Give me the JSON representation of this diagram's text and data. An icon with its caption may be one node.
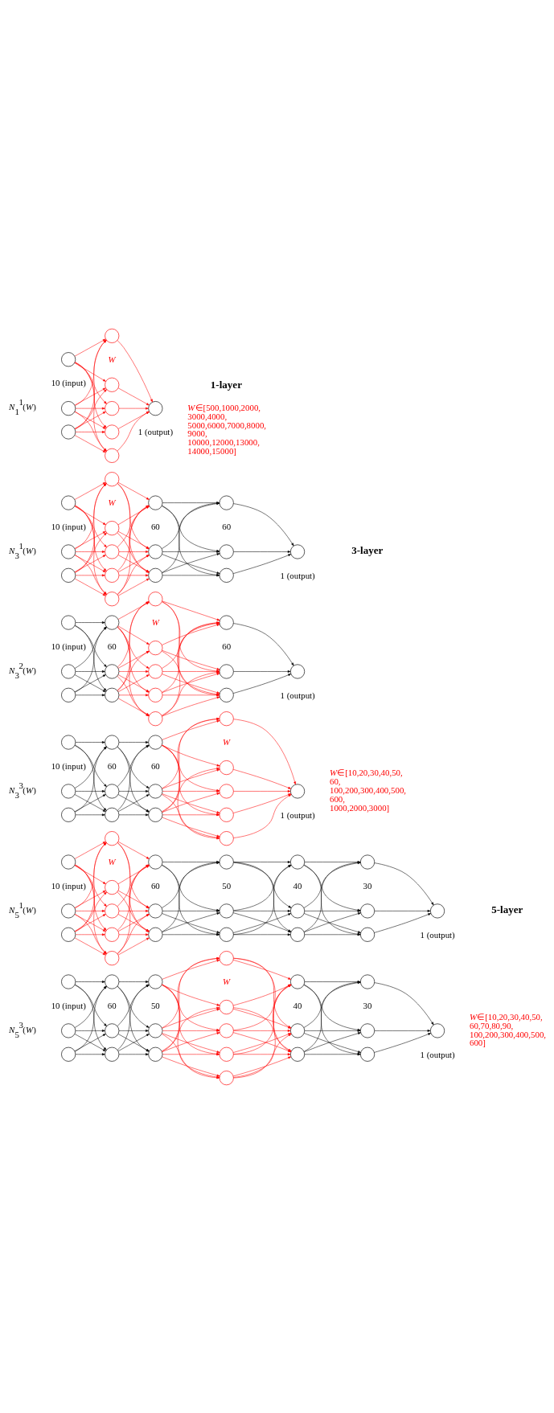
{
  "diagram": {
    "nodes": [
      {
        "text": [],
        "shape": "circle"
      },
      {
        "text": [],
        "shape": "circle"
      },
      {
        "text": [],
        "shape": "circle"
      },
      {
        "text": [],
        "shape": "circle"
      },
      {
        "text": [],
        "shape": "circle"
      },
      {
        "text": [],
        "shape": "circle"
      },
      {
        "text": [],
        "shape": "circle"
      },
      {
        "text": [],
        "shape": "circle"
      },
      {
        "text": [],
        "shape": "circle"
      },
      {
        "text": [],
        "shape": "circle"
      },
      {
        "text": [],
        "shape": "circle"
      },
      {
        "text": [],
        "shape": "circle"
      },
      {
        "text": [],
        "shape": "circle"
      },
      {
        "text": [],
        "shape": "circle"
      },
      {
        "text": [],
        "shape": "circle"
      },
      {
        "text": [],
        "shape": "circle"
      },
      {
        "text": [],
        "shape": "circle"
      },
      {
        "text": [],
        "shape": "circle"
      },
      {
        "text": [],
        "shape": "circle"
      },
      {
        "text": [],
        "shape": "circle"
      },
      {
        "text": [],
        "shape": "circle"
      },
      {
        "text": [],
        "shape": "circle"
      },
      {
        "text": [],
        "shape": "circle"
      },
      {
        "text": [],
        "shape": "circle"
      },
      {
        "text": [],
        "shape": "circle"
      },
      {
        "text": [],
        "shape": "circle"
      },
      {
        "text": [],
        "shape": "circle"
      },
      {
        "text": [],
        "shape": "circle"
      },
      {
        "text": [],
        "shape": "circle"
      },
      {
        "text": [],
        "shape": "circle"
      },
      {
        "text": [],
        "shape": "circle"
      },
      {
        "text": [],
        "shape": "circle"
      },
      {
        "text": [],
        "shape": "circle"
      },
      {
        "text": [],
        "shape": "circle"
      },
      {
        "text": [],
        "shape": "circle"
      },
      {
        "text": [],
        "shape": "circle"
      },
      {
        "text": [],
        "shape": "circle"
      },
      {
        "text": [],
        "shape": "circle"
      },
      {
        "text": [],
        "shape": "circle"
      },
      {
        "text": [],
        "shape": "circle"
      },
      {
        "text": [],
        "shape": "circle"
      },
      {
        "text": [],
        "shape": "circle"
      },
      {
        "text": [],
        "shape": "circle"
      },
      {
        "text": [],
        "shape": "circle"
      },
      {
        "text": [],
        "shape": "circle"
      },
      {
        "text": [],
        "shape": "circle"
      },
      {
        "text": [],
        "shape": "circle"
      },
      {
        "text": [],
        "shape": "circle"
      },
      {
        "text": [],
        "shape": "circle"
      },
      {
        "text": [],
        "shape": "circle"
      },
      {
        "text": [],
        "shape": "circle"
      },
      {
        "text": [],
        "shape": "circle"
      },
      {
        "text": [],
        "shape": "circle"
      },
      {
        "text": [],
        "shape": "circle"
      },
      {
        "text": [],
        "shape": "circle"
      },
      {
        "text": [],
        "shape": "circle"
      },
      {
        "text": [],
        "shape": "circle"
      },
      {
        "text": [],
        "shape": "circle"
      },
      {
        "text": [],
        "shape": "circle"
      },
      {
        "text": [],
        "shape": "circle"
      },
      {
        "text": [],
        "shape": "circle"
      },
      {
        "text": [],
        "shape": "circle"
      },
      {
        "text": [],
        "shape": "circle"
      },
      {
        "text": [],
        "shape": "circle"
      },
      {
        "text": [],
        "shape": "circle"
      },
      {
        "text": [],
        "shape": "circle"
      },
      {
        "text": [],
        "shape": "circle"
      },
      {
        "text": [],
        "shape": "circle"
      },
      {
        "text": [],
        "shape": "circle"
      },
      {
        "text": [],
        "shape": "circle"
      },
      {
        "text": [],
        "shape": "circle"
      },
      {
        "text": [],
        "shape": "circle"
      },
      {
        "text": [],
        "shape": "circle"
      },
      {
        "text": [],
        "shape": "circle"
      },
      {
        "text": [],
        "shape": "circle"
      },
      {
        "text": [],
        "shape": "circle"
      },
      {
        "text": [],
        "shape": "circle"
      },
      {
        "text": [],
        "shape": "circle"
      },
      {
        "text": [],
        "shape": "circle"
      },
      {
        "text": [],
        "shape": "circle"
      },
      {
        "text": [],
        "shape": "circle"
      },
      {
        "text": [],
        "shape": "circle"
      },
      {
        "text": [],
        "shape": "circle"
      },
      {
        "text": [],
        "shape": "circle"
      },
      {
        "text": [],
        "shape": "circle"
      },
      {
        "text": [],
        "shape": "circle"
      },
      {
        "text": [],
        "shape": "circle"
      },
      {
        "text": [],
        "shape": "circle"
      },
      {
        "text": [],
        "shape": "circle"
      },
      {
        "text": [],
        "shape": "circle"
      },
      {
        "text": [],
        "shape": "circle"
      },
      {
        "text": [],
        "shape": "circle"
      },
      {
        "text": [],
        "shape": "circle"
      },
      {
        "text": [],
        "shape": "circle"
      },
      {
        "text": [],
        "shape": "circle"
      },
      {
        "text": [],
        "shape": "circle"
      }
    ],
    "edges": [
      {
        "from": 0,
        "to": 3,
        "arrow": "to"
      },
      {
        "from": 0,
        "to": 4,
        "arrow": "to"
      },
      {
        "from": 0,
        "to": 5,
        "arrow": "to"
      },
      {
        "from": 0,
        "to": 6,
        "arrow": "to"
      },
      {
        "from": 0,
        "to": 7,
        "arrow": "to"
      },
      {
        "from": 1,
        "to": 3,
        "arrow": "to"
      },
      {
        "from": 1,
        "to": 4,
        "arrow": "to"
      },
      {
        "from": 1,
        "to": 5,
        "arrow": "to"
      },
      {
        "from": 1,
        "to": 6,
        "arrow": "to"
      },
      {
        "from": 1,
        "to": 7,
        "arrow": "to"
      },
      {
        "from": 2,
        "to": 3,
        "arrow": "to"
      },
      {
        "from": 2,
        "to": 4,
        "arrow": "to"
      },
      {
        "from": 2,
        "to": 5,
        "arrow": "to"
      },
      {
        "from": 2,
        "to": 6,
        "arrow": "to"
      },
      {
        "from": 2,
        "to": 7,
        "arrow": "to"
      },
      {
        "from": 3,
        "to": 8,
        "arrow": "to"
      },
      {
        "from": 4,
        "to": 8,
        "arrow": "to"
      },
      {
        "from": 5,
        "to": 8,
        "arrow": "to"
      },
      {
        "from": 6,
        "to": 8,
        "arrow": "to"
      },
      {
        "from": 7,
        "to": 8,
        "arrow": "to"
      },
      {
        "from": 9,
        "to": 12,
        "arrow": "to"
      },
      {
        "from": 9,
        "to": 13,
        "arrow": "to"
      },
      {
        "from": 9,
        "to": 14,
        "arrow": "to"
      },
      {
        "from": 9,
        "to": 15,
        "arrow": "to"
      },
      {
        "from": 9,
        "to": 16,
        "arrow": "to"
      },
      {
        "from": 10,
        "to": 12,
        "arrow": "to"
      },
      {
        "from": 10,
        "to": 13,
        "arrow": "to"
      },
      {
        "from": 10,
        "to": 14,
        "arrow": "to"
      },
      {
        "from": 10,
        "to": 15,
        "arrow": "to"
      },
      {
        "from": 10,
        "to": 16,
        "arrow": "to"
      },
      {
        "from": 11,
        "to": 12,
        "arrow": "to"
      },
      {
        "from": 11,
        "to": 13,
        "arrow": "to"
      },
      {
        "from": 11,
        "to": 14,
        "arrow": "to"
      },
      {
        "from": 11,
        "to": 15,
        "arrow": "to"
      },
      {
        "from": 11,
        "to": 16,
        "arrow": "to"
      },
      {
        "from": 12,
        "to": 17,
        "arrow": "to"
      },
      {
        "from": 12,
        "to": 18,
        "arrow": "to"
      },
      {
        "from": 12,
        "to": 19,
        "arrow": "to"
      },
      {
        "from": 13,
        "to": 17,
        "arrow": "to"
      },
      {
        "from": 13,
        "to": 18,
        "arrow": "to"
      },
      {
        "from": 13,
        "to": 19,
        "arrow": "to"
      },
      {
        "from": 14,
        "to": 17,
        "arrow": "to"
      },
      {
        "from": 14,
        "to": 18,
        "arrow": "to"
      },
      {
        "from": 14,
        "to": 19,
        "arrow": "to"
      },
      {
        "from": 15,
        "to": 17,
        "arrow": "to"
      },
      {
        "from": 15,
        "to": 18,
        "arrow": "to"
      },
      {
        "from": 15,
        "to": 19,
        "arrow": "to"
      },
      {
        "from": 16,
        "to": 17,
        "arrow": "to"
      },
      {
        "from": 16,
        "to": 18,
        "arrow": "to"
      },
      {
        "from": 16,
        "to": 19,
        "arrow": "to"
      },
      {
        "from": 17,
        "to": 20,
        "arrow": "to",
        "color": "#000000"
      },
      {
        "from": 17,
        "to": 21,
        "arrow": "to",
        "color": "#000000"
      },
      {
        "from": 17,
        "to": 22,
        "arrow": "to",
        "color": "#000000"
      },
      {
        "from": 18,
        "to": 20,
        "arrow": "to",
        "color": "#000000"
      },
      {
        "from": 18,
        "to": 21,
        "arrow": "to",
        "color": "#000000"
      },
      {
        "from": 18,
        "to": 22,
        "arrow": "to",
        "color": "#000000"
      },
      {
        "from": 19,
        "to": 20,
        "arrow": "to",
        "color": "#000000"
      },
      {
        "from": 19,
        "to": 21,
        "arrow": "to",
        "color": "#000000"
      },
      {
        "from": 19,
        "to": 22,
        "arrow": "to",
        "color": "#000000"
      },
      {
        "from": 20,
        "to": 23,
        "arrow": "to",
        "color": "#000000"
      },
      {
        "from": 21,
        "to": 23,
        "arrow": "to",
        "color": "#000000"
      },
      {
        "from": 22,
        "to": 23,
        "arrow": "to",
        "color": "#000000"
      },
      {
        "from": 24,
        "to": 27,
        "arrow": "to",
        "color": "#000000"
      },
      {
        "from": 24,
        "to": 28,
        "arrow": "to",
        "color": "#000000"
      },
      {
        "from": 24,
        "to": 29,
        "arrow": "to",
        "color": "#000000"
      },
      {
        "from": 25,
        "to": 27,
        "arrow": "to",
        "color": "#000000"
      },
      {
        "from": 25,
        "to": 28,
        "arrow": "to",
        "color": "#000000"
      },
      {
        "from": 25,
        "to": 29,
        "arrow": "to",
        "color": "#000000"
      },
      {
        "from": 26,
        "to": 27,
        "arrow": "to",
        "color": "#000000"
      },
      {
        "from": 26,
        "to": 28,
        "arrow": "to",
        "color": "#000000"
      },
      {
        "from": 26,
        "to": 29,
        "arrow": "to",
        "color": "#000000"
      },
      {
        "from": 27,
        "to": 30,
        "arrow": "to"
      },
      {
        "from": 27,
        "to": 31,
        "arrow": "to"
      },
      {
        "from": 27,
        "to": 32,
        "arrow": "to"
      },
      {
        "from": 27,
        "to": 33,
        "arrow": "to"
      },
      {
        "from": 27,
        "to": 34,
        "arrow": "to"
      },
      {
        "from": 28,
        "to": 30,
        "arrow": "to"
      },
      {
        "from": 28,
        "to": 31,
        "arrow": "to"
      },
      {
        "from": 28,
        "to": 32,
        "arrow": "to"
      },
      {
        "from": 28,
        "to": 33,
        "arrow": "to"
      },
      {
        "from": 28,
        "to": 34,
        "arrow": "to"
      },
      {
        "from": 29,
        "to": 30,
        "arrow": "to"
      },
      {
        "from": 29,
        "to": 31,
        "arrow": "to"
      },
      {
        "from": 29,
        "to": 32,
        "arrow": "to"
      },
      {
        "from": 29,
        "to": 33,
        "arrow": "to"
      },
      {
        "from": 29,
        "to": 34,
        "arrow": "to"
      },
      {
        "from": 30,
        "to": 35,
        "arrow": "to"
      },
      {
        "from": 30,
        "to": 36,
        "arrow": "to"
      },
      {
        "from": 30,
        "to": 37,
        "arrow": "to"
      },
      {
        "from": 31,
        "to": 35,
        "arrow": "to"
      },
      {
        "from": 31,
        "to": 36,
        "arrow": "to"
      },
      {
        "from": 31,
        "to": 37,
        "arrow": "to"
      },
      {
        "from": 32,
        "to": 35,
        "arrow": "to"
      },
      {
        "from": 32,
        "to": 36,
        "arrow": "to"
      },
      {
        "from": 32,
        "to": 37,
        "arrow": "to"
      },
      {
        "from": 33,
        "to": 35,
        "arrow": "to"
      },
      {
        "from": 33,
        "to": 36,
        "arrow": "to"
      },
      {
        "from": 33,
        "to": 37,
        "arrow": "to"
      },
      {
        "from": 34,
        "to": 35,
        "arrow": "to"
      },
      {
        "from": 34,
        "to": 36,
        "arrow": "to"
      },
      {
        "from": 34,
        "to": 37,
        "arrow": "to"
      },
      {
        "from": 35,
        "to": 38,
        "arrow": "to",
        "color": "#000000"
      },
      {
        "from": 36,
        "to": 38,
        "arrow": "to",
        "color": "#000000"
      },
      {
        "from": 37,
        "to": 38,
        "arrow": "to",
        "color": "#000000"
      },
      {
        "from": 39,
        "to": 42,
        "arrow": "to",
        "color": "#000000"
      },
      {
        "from": 39,
        "to": 43,
        "arrow": "to",
        "color": "#000000"
      },
      {
        "from": 39,
        "to": 44,
        "arrow": "to",
        "color": "#000000"
      },
      {
        "from": 40,
        "to": 42,
        "arrow": "to",
        "color": "#000000"
      },
      {
        "from": 40,
        "to": 43,
        "arrow": "to",
        "color": "#000000"
      },
      {
        "from": 40,
        "to": 44,
        "arrow": "to",
        "color": "#000000"
      },
      {
        "from": 41,
        "to": 42,
        "arrow": "to",
        "color": "#000000"
      },
      {
        "from": 41,
        "to": 43,
        "arrow": "to",
        "color": "#000000"
      },
      {
        "from": 41,
        "to": 44,
        "arrow": "to",
        "color": "#000000"
      },
      {
        "from": 42,
        "to": 45,
        "arrow": "to",
        "color": "#000000"
      },
      {
        "from": 42,
        "to": 46,
        "arrow": "to",
        "color": "#000000"
      },
      {
        "from": 42,
        "to": 47,
        "arrow": "to",
        "color": "#000000"
      },
      {
        "from": 43,
        "to": 45,
        "arrow": "to",
        "color": "#000000"
      },
      {
        "from": 43,
        "to": 46,
        "arrow": "to",
        "color": "#000000"
      },
      {
        "from": 43,
        "to": 47,
        "arrow": "to",
        "color": "#000000"
      },
      {
        "from": 44,
        "to": 45,
        "arrow": "to",
        "color": "#000000"
      },
      {
        "from": 44,
        "to": 46,
        "arrow": "to",
        "color": "#000000"
      },
      {
        "from": 44,
        "to": 47,
        "arrow": "to",
        "color": "#000000"
      },
      {
        "from": 45,
        "to": 48,
        "arrow": "to"
      },
      {
        "from": 45,
        "to": 49,
        "arrow": "to"
      },
      {
        "from": 45,
        "to": 50,
        "arrow": "to"
      },
      {
        "from": 45,
        "to": 51,
        "arrow": "to"
      },
      {
        "from": 45,
        "to": 52,
        "arrow": "to"
      },
      {
        "from": 46,
        "to": 48,
        "arrow": "to"
      },
      {
        "from": 46,
        "to": 49,
        "arrow": "to"
      },
      {
        "from": 46,
        "to": 50,
        "arrow": "to"
      },
      {
        "from": 46,
        "to": 51,
        "arrow": "to"
      },
      {
        "from": 46,
        "to": 52,
        "arrow": "to"
      },
      {
        "from": 47,
        "to": 48,
        "arrow": "to"
      },
      {
        "from": 47,
        "to": 49,
        "arrow": "to"
      },
      {
        "from": 47,
        "to": 50,
        "arrow": "to"
      },
      {
        "from": 47,
        "to": 51,
        "arrow": "to"
      },
      {
        "from": 47,
        "to": 52,
        "arrow": "to"
      },
      {
        "from": 48,
        "to": 53,
        "arrow": "to"
      },
      {
        "from": 49,
        "to": 53,
        "arrow": "to"
      },
      {
        "from": 50,
        "to": 53,
        "arrow": "to"
      },
      {
        "from": 51,
        "to": 53,
        "arrow": "to"
      },
      {
        "from": 52,
        "to": 53,
        "arrow": "to"
      },
      {
        "from": 54,
        "to": 57,
        "arrow": "to"
      },
      {
        "from": 54,
        "to": 58,
        "arrow": "to"
      },
      {
        "from": 54,
        "to": 59,
        "arrow": "to"
      },
      {
        "from": 54,
        "to": 60,
        "arrow": "to"
      },
      {
        "from": 54,
        "to": 61,
        "arrow": "to"
      },
      {
        "from": 55,
        "to": 57,
        "arrow": "to"
      },
      {
        "from": 55,
        "to": 58,
        "arrow": "to"
      },
      {
        "from": 55,
        "to": 59,
        "arrow": "to"
      },
      {
        "from": 55,
        "to": 60,
        "arrow": "to"
      },
      {
        "from": 55,
        "to": 61,
        "arrow": "to"
      },
      {
        "from": 56,
        "to": 57,
        "arrow": "to"
      },
      {
        "from": 56,
        "to": 58,
        "arrow": "to"
      },
      {
        "from": 56,
        "to": 59,
        "arrow": "to"
      },
      {
        "from": 56,
        "to": 60,
        "arrow": "to"
      },
      {
        "from": 56,
        "to": 61,
        "arrow": "to"
      },
      {
        "from": 57,
        "to": 62,
        "arrow": "to"
      },
      {
        "from": 57,
        "to": 63,
        "arrow": "to"
      },
      {
        "from": 57,
        "to": 64,
        "arrow": "to"
      },
      {
        "from": 58,
        "to": 62,
        "arrow": "to"
      },
      {
        "from": 58,
        "to": 63,
        "arrow": "to"
      },
      {
        "from": 58,
        "to": 64,
        "arrow": "to"
      },
      {
        "from": 59,
        "to": 62,
        "arrow": "to"
      },
      {
        "from": 59,
        "to": 63,
        "arrow": "to"
      },
      {
        "from": 59,
        "to": 64,
        "arrow": "to"
      },
      {
        "from": 60,
        "to": 62,
        "arrow": "to"
      },
      {
        "from": 60,
        "to": 63,
        "arrow": "to"
      },
      {
        "from": 60,
        "to": 64,
        "arrow": "to"
      },
      {
        "from": 61,
        "to": 62,
        "arrow": "to"
      },
      {
        "from": 61,
        "to": 63,
        "arrow": "to"
      },
      {
        "from": 61,
        "to": 64,
        "arrow": "to"
      },
      {
        "from": 62,
        "to": 65,
        "arrow": "to",
        "color": "#000000"
      },
      {
        "from": 62,
        "to": 66,
        "arrow": "to",
        "color": "#000000"
      },
      {
        "from": 62,
        "to": 67,
        "arrow": "to",
        "color": "#000000"
      },
      {
        "from": 63,
        "to": 65,
        "arrow": "to",
        "color": "#000000"
      },
      {
        "from": 63,
        "to": 66,
        "arrow": "to",
        "color": "#000000"
      },
      {
        "from": 63,
        "to": 67,
        "arrow": "to",
        "color": "#000000"
      },
      {
        "from": 64,
        "to": 65,
        "arrow": "to",
        "color": "#000000"
      },
      {
        "from": 64,
        "to": 66,
        "arrow": "to",
        "color": "#000000"
      },
      {
        "from": 64,
        "to": 67,
        "arrow": "to",
        "color": "#000000"
      },
      {
        "from": 65,
        "to": 68,
        "arrow": "to",
        "color": "#000000"
      },
      {
        "from": 65,
        "to": 69,
        "arrow": "to",
        "color": "#000000"
      },
      {
        "from": 65,
        "to": 70,
        "arrow": "to",
        "color": "#000000"
      },
      {
        "from": 66,
        "to": 68,
        "arrow": "to",
        "color": "#000000"
      },
      {
        "from": 66,
        "to": 69,
        "arrow": "to",
        "color": "#000000"
      },
      {
        "from": 66,
        "to": 70,
        "arrow": "to",
        "color": "#000000"
      },
      {
        "from": 67,
        "to": 68,
        "arrow": "to",
        "color": "#000000"
      },
      {
        "from": 67,
        "to": 69,
        "arrow": "to",
        "color": "#000000"
      },
      {
        "from": 67,
        "to": 70,
        "arrow": "to",
        "color": "#000000"
      },
      {
        "from": 68,
        "to": 71,
        "arrow": "to",
        "color": "#000000"
      },
      {
        "from": 68,
        "to": 72,
        "arrow": "to",
        "color": "#000000"
      },
      {
        "from": 68,
        "to": 73,
        "arrow": "to",
        "color": "#000000"
      },
      {
        "from": 69,
        "to": 71,
        "arrow": "to",
        "color": "#000000"
      },
      {
        "from": 69,
        "to": 72,
        "arrow": "to",
        "color": "#000000"
      },
      {
        "from": 69,
        "to": 73,
        "arrow": "to",
        "color": "#000000"
      },
      {
        "from": 70,
        "to": 71,
        "arrow": "to",
        "color": "#000000"
      },
      {
        "from": 70,
        "to": 72,
        "arrow": "to",
        "color": "#000000"
      },
      {
        "from": 70,
        "to": 73,
        "arrow": "to",
        "color": "#000000"
      },
      {
        "from": 71,
        "to": 74,
        "arrow": "to",
        "color": "#000000"
      },
      {
        "from": 72,
        "to": 74,
        "arrow": "to",
        "color": "#000000"
      },
      {
        "from": 73,
        "to": 74,
        "arrow": "to",
        "color": "#000000"
      },
      {
        "from": 75,
        "to": 78,
        "arrow": "to",
        "color": "#000000"
      },
      {
        "from": 75,
        "to": 79,
        "arrow": "to",
        "color": "#000000"
      },
      {
        "from": 75,
        "to": 80,
        "arrow": "to",
        "color": "#000000"
      },
      {
        "from": 76,
        "to": 78,
        "arrow": "to",
        "color": "#000000"
      },
      {
        "from": 76,
        "to": 79,
        "arrow": "to",
        "color": "#000000"
      },
      {
        "from": 76,
        "to": 80,
        "arrow": "to",
        "color": "#000000"
      },
      {
        "from": 77,
        "to": 78,
        "arrow": "to",
        "color": "#000000"
      },
      {
        "from": 77,
        "to": 79,
        "arrow": "to",
        "color": "#000000"
      },
      {
        "from": 77,
        "to": 80,
        "arrow": "to",
        "color": "#000000"
      },
      {
        "from": 78,
        "to": 81,
        "arrow": "to",
        "color": "#000000"
      },
      {
        "from": 78,
        "to": 82,
        "arrow": "to",
        "color": "#000000"
      },
      {
        "from": 78,
        "to": 83,
        "arrow": "to",
        "color": "#000000"
      },
      {
        "from": 79,
        "to": 81,
        "arrow": "to",
        "color": "#000000"
      },
      {
        "from": 79,
        "to": 82,
        "arrow": "to",
        "color": "#000000"
      },
      {
        "from": 79,
        "to": 83,
        "arrow": "to",
        "color": "#000000"
      },
      {
        "from": 80,
        "to": 81,
        "arrow": "to",
        "color": "#000000"
      },
      {
        "from": 80,
        "to": 82,
        "arrow": "to",
        "color": "#000000"
      },
      {
        "from": 80,
        "to": 83,
        "arrow": "to",
        "color": "#000000"
      },
      {
        "from": 81,
        "to": 84,
        "arrow": "to"
      },
      {
        "from": 81,
        "to": 85,
        "arrow": "to"
      },
      {
        "from": 81,
        "to": 86,
        "arrow": "to"
      },
      {
        "from": 81,
        "to": 87,
        "arrow": "to"
      },
      {
        "from": 81,
        "to": 88,
        "arrow": "to"
      },
      {
        "from": 82,
        "to": 84,
        "arrow": "to"
      },
      {
        "from": 82,
        "to": 85,
        "arrow": "to"
      },
      {
        "from": 82,
        "to": 86,
        "arrow": "to"
      },
      {
        "from": 82,
        "to": 87,
        "arrow": "to"
      },
      {
        "from": 82,
        "to": 88,
        "arrow": "to"
      },
      {
        "from": 83,
        "to": 84,
        "arrow": "to"
      },
      {
        "from": 83,
        "to": 85,
        "arrow": "to"
      },
      {
        "from": 83,
        "to": 86,
        "arrow": "to"
      },
      {
        "from": 83,
        "to": 87,
        "arrow": "to"
      },
      {
        "from": 83,
        "to": 88,
        "arrow": "to"
      },
      {
        "from": 84,
        "to": 89,
        "arrow": "to"
      },
      {
        "from": 84,
        "to": 90,
        "arrow": "to"
      },
      {
        "from": 84,
        "to": 91,
        "arrow": "to"
      },
      {
        "from": 85,
        "to": 89,
        "arrow": "to"
      },
      {
        "from": 85,
        "to": 90,
        "arrow": "to"
      },
      {
        "from": 85,
        "to": 91,
        "arrow": "to"
      },
      {
        "from": 86,
        "to": 89,
        "arrow": "to"
      },
      {
        "from": 86,
        "to": 90,
        "arrow": "to"
      },
      {
        "from": 86,
        "to": 91,
        "arrow": "to"
      },
      {
        "from": 87,
        "to": 89,
        "arrow": "to"
      },
      {
        "from": 87,
        "to": 90,
        "arrow": "to"
      },
      {
        "from": 87,
        "to": 91,
        "arrow": "to"
      },
      {
        "from": 88,
        "to": 89,
        "arrow": "to"
      },
      {
        "from": 88,
        "to": 90,
        "arrow": "to"
      },
      {
        "from": 88,
        "to": 91,
        "arrow": "to"
      },
      {
        "from": 89,
        "to": 92,
        "arrow": "to",
        "color": "#000000"
      },
      {
        "from": 89,
        "to": 93,
        "arrow": "to",
        "color": "#000000"
      },
      {
        "from": 89,
        "to": 94,
        "arrow": "to",
        "color": "#000000"
      },
      {
        "from": 90,
        "to": 92,
        "arrow": "to",
        "color": "#000000"
      },
      {
        "from": 90,
        "to": 93,
        "arrow": "to",
        "color": "#000000"
      },
      {
        "from": 90,
        "to": 94,
        "arrow": "to",
        "color": "#000000"
      },
      {
        "from": 91,
        "to": 92,
        "arrow": "to",
        "color": "#000000"
      },
      {
        "from": 91,
        "to": 93,
        "arrow": "to",
        "color": "#000000"
      },
      {
        "from": 91,
        "to": 94,
        "arrow": "to",
        "color": "#000000"
      },
      {
        "from": 92,
        "to": 95,
        "arrow": "to",
        "color": "#000000"
      },
      {
        "from": 93,
        "to": 95,
        "arrow": "to",
        "color": "#000000"
      },
      {
        "from": 94,
        "to": 95,
        "arrow": "to",
        "color": "#000000"
      }
    ],
    "labels": [
      "1-layer",
      "*N*$_{1}$$^{1}$(*W*)",
      "10 (input)",
      "1 (output)",
      "*W*∈[500,1000,2000,3000,4000, 5000,6000,7000,8000,9000, 10000,12000,13000,14000,15000]",
      "W",
      "3-layer",
      "*N*$_{3}$$^{1}$(*W*)",
      "10 (input)",
      "60",
      "60",
      "1 (output)",
      "W",
      "*N*$_{3}$$^{2}$(*W*)",
      "10 (input)",
      "60",
      "60",
      "1 (output)",
      "W",
      "*N*$_{3}$$^{3}$(*W*)",
      "10 (input)",
      "60",
      "60",
      "1 (output)",
      "*W*∈[10,20,30,40,50,60, 100,200,300,400,500,600, 1000,2000,3000]",
      "W",
      "5-layer",
      "*N*$_{5}$$^{1}$(*W*)",
      "10 (input)",
      "60",
      "50",
      "40",
      "30",
      "1 (output)",
      "W",
      "*N*$_{5}$$^{3}$(*W*)",
      "10 (input)",
      "60",
      "50",
      "40",
      "30",
      "1 (output)",
      "*W*∈[10,20,30,40,50,60,70,80,90, 100,200,300,400,500,600]",
      "W"
    ]
  }
}
